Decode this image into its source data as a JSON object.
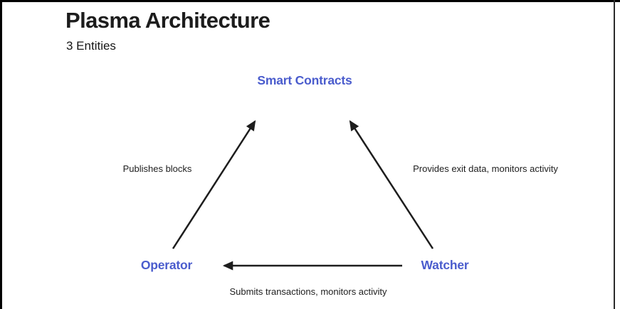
{
  "frame": {
    "background": "#ffffff",
    "border_color": "#000000"
  },
  "header": {
    "title": "Plasma Architecture",
    "subtitle": "3 Entities"
  },
  "diagram": {
    "accent_color": "#4a5ccd",
    "arrow_color": "#1d1d1d",
    "nodes": [
      {
        "id": "smart-contracts",
        "label": "Smart Contracts"
      },
      {
        "id": "operator",
        "label": "Operator"
      },
      {
        "id": "watcher",
        "label": "Watcher"
      }
    ],
    "edges": [
      {
        "from": "operator",
        "to": "smart-contracts",
        "label": "Publishes blocks"
      },
      {
        "from": "watcher",
        "to": "smart-contracts",
        "label": "Provides exit data, monitors activity"
      },
      {
        "from": "watcher",
        "to": "operator",
        "label": "Submits transactions, monitors activity"
      }
    ]
  }
}
